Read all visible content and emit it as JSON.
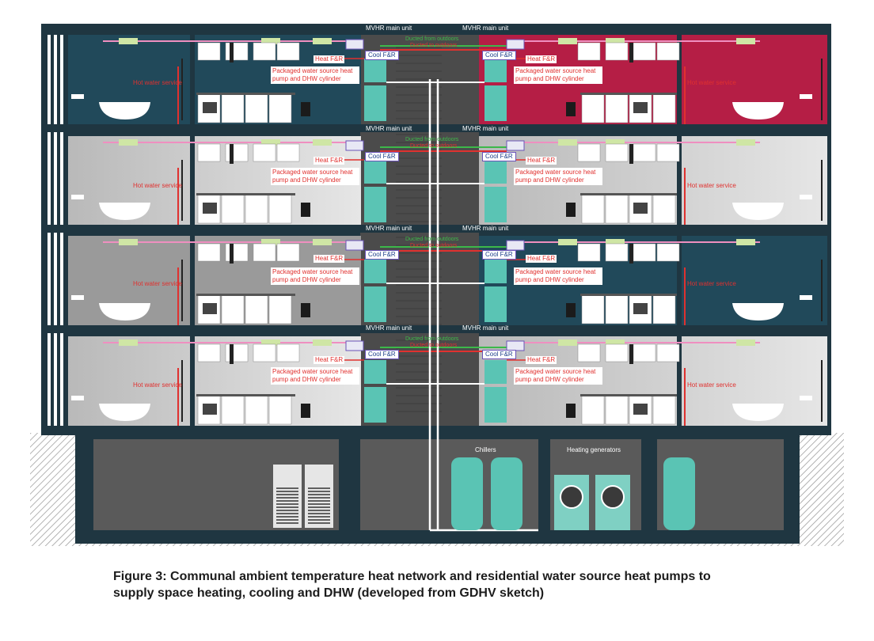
{
  "labels": {
    "mvhr": "MVHR main unit",
    "heat_fr": "Heat F&R",
    "cool_fr": "Cool F&R",
    "packaged": "Packaged water source heat pump and DHW cylinder",
    "hot_water": "Hot water service",
    "ducted_from": "Ducted from outdoors",
    "ducted_to": "Ducted to outdoors",
    "chillers": "Chillers",
    "heating_generators": "Heating generators"
  },
  "caption": "Figure 3: Communal ambient temperature heat network and residential water source heat pumps to supply space heating, cooling and DHW (developed from GDHV sketch)",
  "colors": {
    "structure": "#1f3641",
    "teal_flat": "#21495a",
    "crimson_flat": "#b51e45",
    "grey_flat": "#d3d3d3",
    "mid_grey_flat": "#9a9a9a",
    "cylinder": "#5ac4b4",
    "riser": "#4b4b4b",
    "basement": "#5a5a5a",
    "heat_line": "#e0312f",
    "vent_line": "#3cb84a",
    "mvhr_line": "#ef8fc0"
  }
}
